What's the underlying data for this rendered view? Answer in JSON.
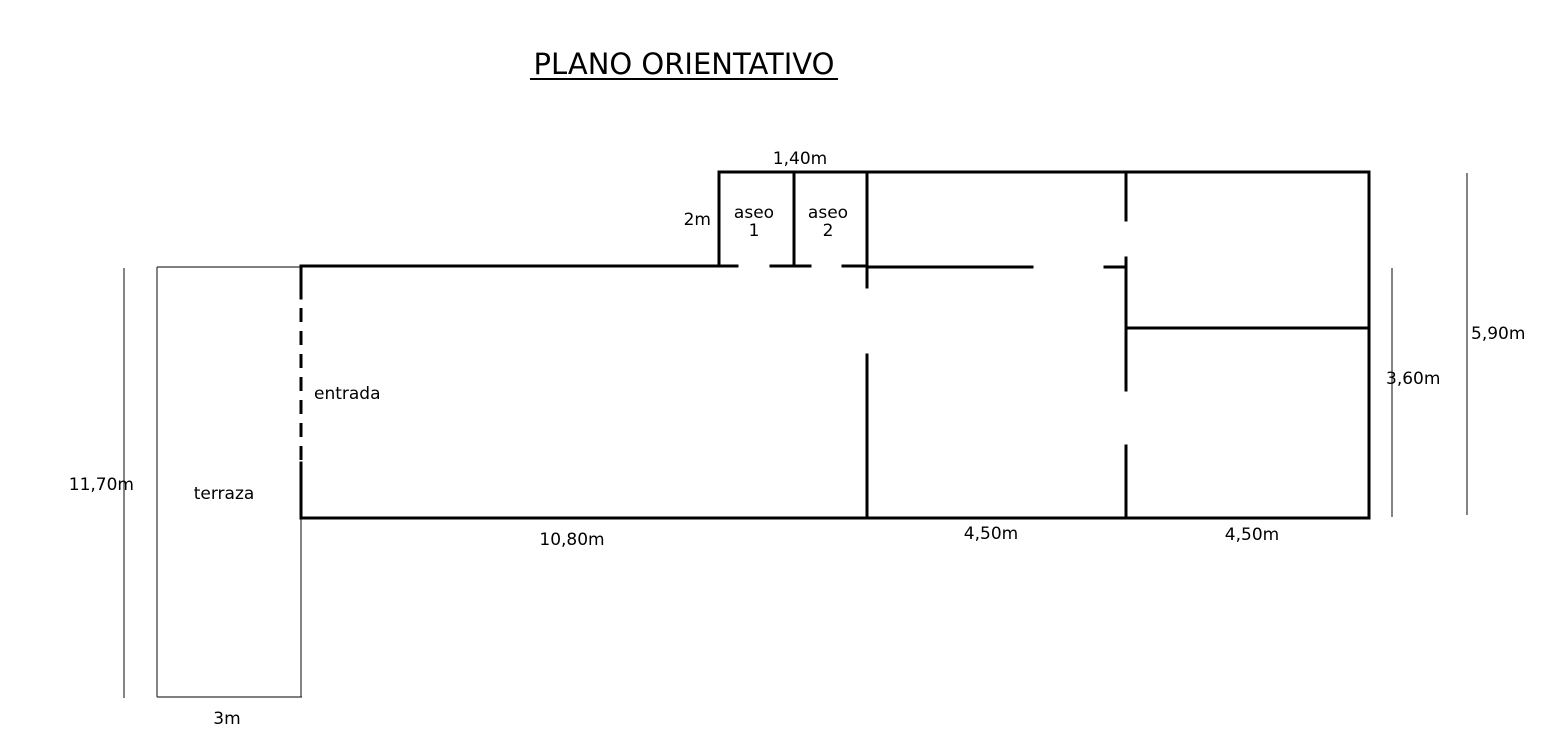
{
  "title": "PLANO ORIENTATIVO",
  "rooms": {
    "aseo1": {
      "line1": "aseo",
      "line2": "1"
    },
    "aseo2": {
      "line1": "aseo",
      "line2": "2"
    },
    "entrada": "entrada",
    "terraza": "terraza"
  },
  "dimensions": {
    "aseos_width": "1,40m",
    "aseos_depth": "2m",
    "total_depth_right": "5,90m",
    "room_depth_right": "3,60m",
    "terraza_length": "11,70m",
    "terraza_width": "3m",
    "main_length": "10,80m",
    "middle_length": "4,50m",
    "right_length": "4,50m"
  },
  "colors": {
    "wall": "#000000",
    "thin_line": "#333333",
    "background": "#ffffff"
  }
}
